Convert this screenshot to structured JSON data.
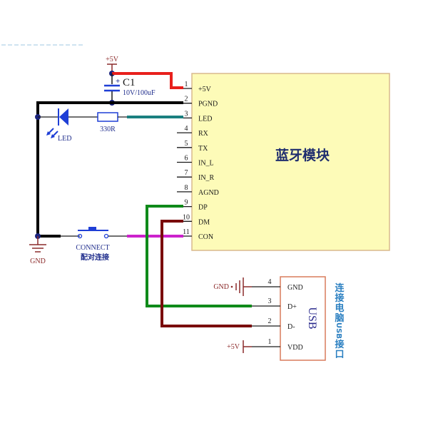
{
  "colors": {
    "module_fill": "#fdfbb8",
    "module_border": "#d9b98e",
    "usb_border": "#d97b5c",
    "wire_vcc": "#e8201c",
    "wire_gnd": "#000000",
    "wire_led": "#1a8080",
    "wire_dp": "#0f8a1a",
    "wire_dm": "#7a0a0a",
    "wire_con": "#cc22cc",
    "component_blue": "#1f3fd6",
    "label_red": "#8b2a2a"
  },
  "module": {
    "title": "蓝牙模块",
    "pins": [
      {
        "num": "1",
        "name": "+5V"
      },
      {
        "num": "2",
        "name": "PGND"
      },
      {
        "num": "3",
        "name": "LED"
      },
      {
        "num": "4",
        "name": "RX"
      },
      {
        "num": "5",
        "name": "TX"
      },
      {
        "num": "6",
        "name": "IN_L"
      },
      {
        "num": "7",
        "name": "IN_R"
      },
      {
        "num": "8",
        "name": "AGND"
      },
      {
        "num": "9",
        "name": "DP"
      },
      {
        "num": "10",
        "name": "DM"
      },
      {
        "num": "11",
        "name": "CON"
      }
    ]
  },
  "capacitor": {
    "ref": "C1",
    "value": "10V/100uF",
    "polarity": "+"
  },
  "power_top": {
    "label": "+5V"
  },
  "led": {
    "label": "LED"
  },
  "resistor": {
    "value": "330R"
  },
  "ground": {
    "label": "GND"
  },
  "button": {
    "label": "CONNECT",
    "label_cn": "配对连接"
  },
  "usb": {
    "name": "USB",
    "side_label": "连接电脑USB接口",
    "pins": [
      {
        "num": "4",
        "name": "GND",
        "net": "GND"
      },
      {
        "num": "3",
        "name": "D+",
        "net": ""
      },
      {
        "num": "2",
        "name": "D-",
        "net": ""
      },
      {
        "num": "1",
        "name": "VDD",
        "net": "+5V"
      }
    ]
  }
}
